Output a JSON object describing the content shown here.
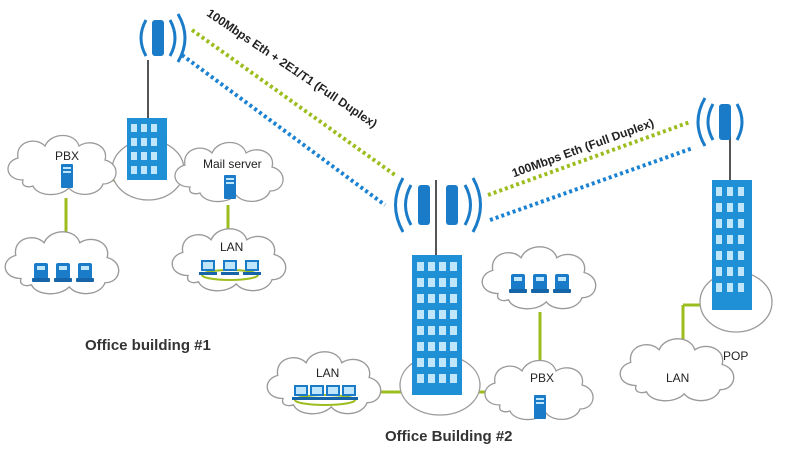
{
  "links": {
    "link1_label": "100Mbps Eth + 2E1/T1 (Full Duplex)",
    "link2_label": "100Mbps Eth (Full Duplex)"
  },
  "building1": {
    "name": "Office building #1",
    "pbx_label": "PBX",
    "mail_label": "Mail server",
    "lan_label": "LAN"
  },
  "building2": {
    "name": "Office Building #2",
    "lan_label": "LAN",
    "pbx_label": "PBX"
  },
  "pop": {
    "name": "POP",
    "lan_label": "LAN"
  },
  "colors": {
    "building_blue": "#1f8fd6",
    "building_window": "#bfe6fb",
    "radio_blue": "#1a7cc8",
    "link_green": "#9cbd1e",
    "link_blue": "#1b82d2",
    "cloud_stroke": "#9a9a9a"
  }
}
